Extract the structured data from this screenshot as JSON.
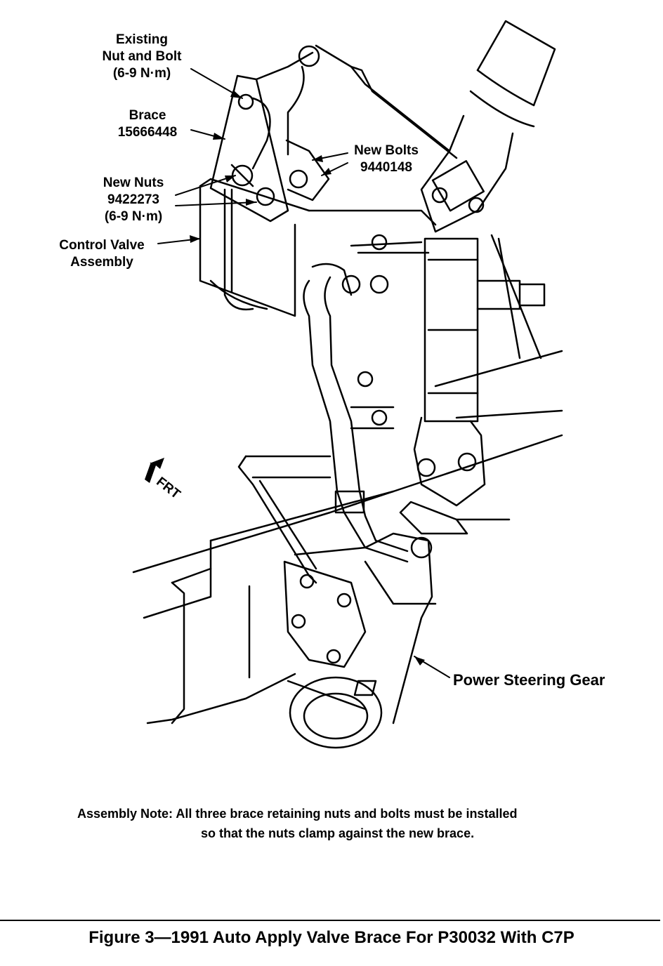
{
  "labels": {
    "existing_nut_bolt": [
      "Existing",
      "Nut and Bolt",
      "(6-9 N·m)"
    ],
    "brace": [
      "Brace",
      "15666448"
    ],
    "new_bolts": [
      "New Bolts",
      "9440148"
    ],
    "new_nuts": [
      "New Nuts",
      "9422273",
      "(6-9 N·m)"
    ],
    "control_valve": [
      "Control Valve",
      "Assembly"
    ],
    "frt": "FRT",
    "power_steering_gear": "Power Steering Gear"
  },
  "note": {
    "line1": "Assembly Note: All three brace retaining nuts and bolts must be installed",
    "line2": "so that the nuts clamp against the new brace."
  },
  "caption": "Figure 3—1991 Auto Apply Valve Brace For P30032 With C7P",
  "colors": {
    "ink": "#000000",
    "paper": "#ffffff"
  }
}
